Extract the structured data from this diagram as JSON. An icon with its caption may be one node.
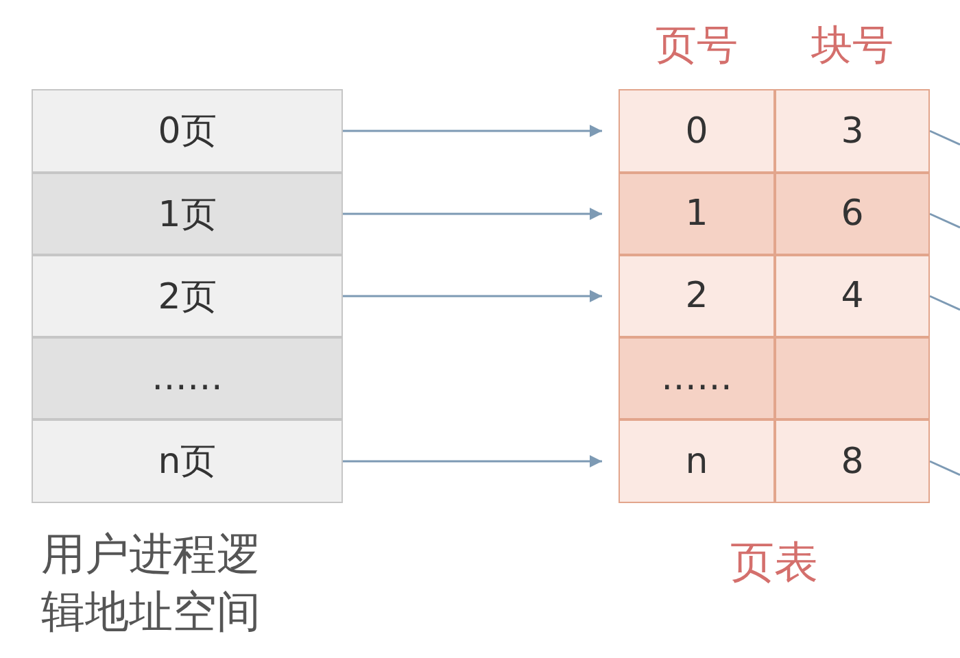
{
  "diagram": {
    "nodes": [
      {
        "text": [
          "0页"
        ]
      },
      {
        "text": [
          "1页"
        ]
      },
      {
        "text": [
          "2页"
        ]
      },
      {
        "text": [
          "……"
        ]
      },
      {
        "text": [
          "n页"
        ]
      },
      {
        "text": [
          "0"
        ]
      },
      {
        "text": [
          "3"
        ]
      },
      {
        "text": [
          "1"
        ]
      },
      {
        "text": [
          "6"
        ]
      },
      {
        "text": [
          "2"
        ]
      },
      {
        "text": [
          "4"
        ]
      },
      {
        "text": [
          "……"
        ]
      },
      {
        "text": [],
        "shape": "box"
      },
      {
        "text": [
          "n"
        ]
      },
      {
        "text": [
          "8"
        ]
      }
    ],
    "edges": [
      {
        "from": 0,
        "to": 5,
        "arrow": "to"
      },
      {
        "from": 1,
        "to": 7,
        "arrow": "to"
      },
      {
        "from": 2,
        "to": 9,
        "arrow": "to"
      },
      {
        "from": 4,
        "to": 13,
        "arrow": "to"
      },
      {
        "from": 6,
        "to": null,
        "arrow": "none"
      },
      {
        "from": 8,
        "to": null,
        "arrow": "none"
      },
      {
        "from": 10,
        "to": null,
        "arrow": "none"
      },
      {
        "from": 14,
        "to": null,
        "arrow": "none"
      }
    ],
    "labels": [
      "页号",
      "块号",
      "用户进程逻辑地址空间",
      "页表"
    ]
  }
}
